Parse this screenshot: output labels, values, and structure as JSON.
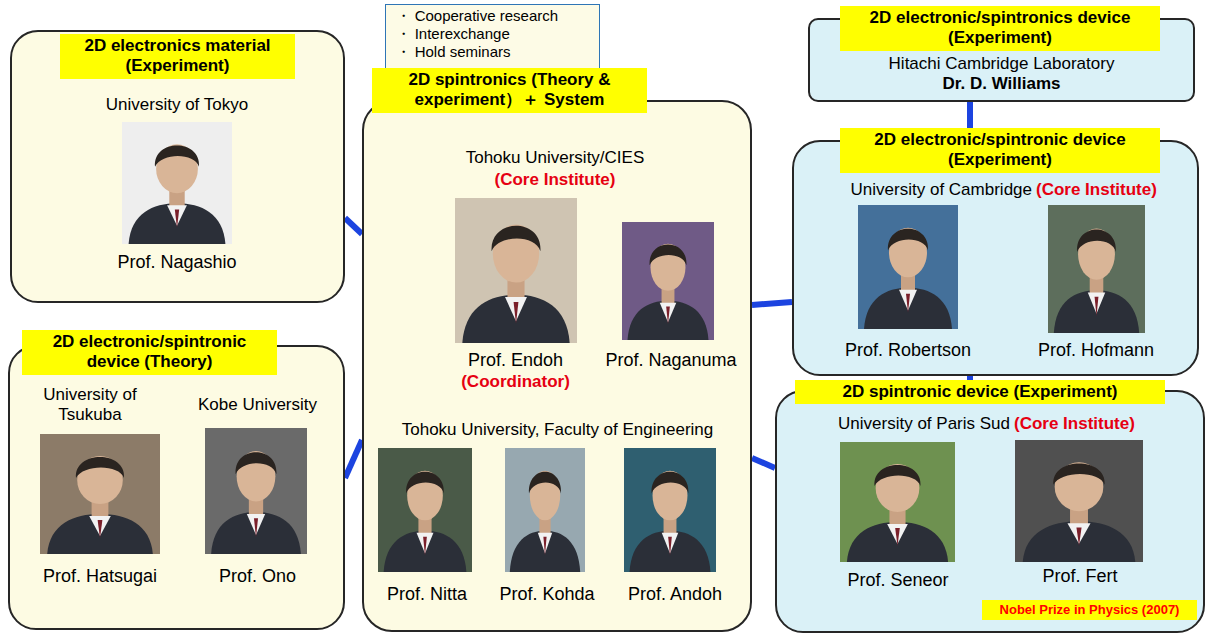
{
  "diagram": {
    "nodes": [
      {
        "text": [
          "2D electronics material (Experiment)",
          "University of Tokyo",
          "Prof. Nagashio"
        ]
      },
      {
        "text": [
          "・ Cooperative research",
          "・ Interexchange",
          "・ Hold seminars"
        ]
      },
      {
        "text": [
          "2D spintronics (Theory & experiment）＋ System",
          "Tohoku University/CIES",
          "(Core Institute)",
          "Prof. Endoh",
          "(Coordinator)",
          "Prof. Naganuma",
          "Tohoku University, Faculty of Engineering",
          "Prof. Nitta",
          "Prof. Kohda",
          "Prof. Andoh"
        ]
      },
      {
        "text": [
          "2D electronic/spintronics device (Experiment)",
          "Hitachi Cambridge Laboratory",
          "Dr. D. Williams"
        ]
      },
      {
        "text": [
          "2D electronic/spintronic device (Experiment)",
          "University of Cambridge",
          "(Core Institute)",
          "Prof. Robertson",
          "Prof. Hofmann"
        ]
      },
      {
        "text": [
          "2D electronic/spintronic device (Theory)",
          "University of Tsukuba",
          "Kobe University",
          "Prof. Hatsugai",
          "Prof. Ono"
        ]
      },
      {
        "text": [
          "2D spintronic device (Experiment)",
          "University of Paris Sud",
          "(Core Institute)",
          "Prof. Seneor",
          "Prof. Fert",
          "Nobel Prize in Physics (2007)"
        ]
      }
    ],
    "edges": [
      {
        "from": 0,
        "to": 2,
        "arrow": "none"
      },
      {
        "from": 3,
        "to": 4,
        "arrow": "none"
      },
      {
        "from": 2,
        "to": 4,
        "arrow": "none"
      },
      {
        "from": 5,
        "to": 2,
        "arrow": "none"
      },
      {
        "from": 2,
        "to": 6,
        "arrow": "none"
      },
      {
        "from": 4,
        "to": 6,
        "arrow": "none"
      }
    ]
  }
}
